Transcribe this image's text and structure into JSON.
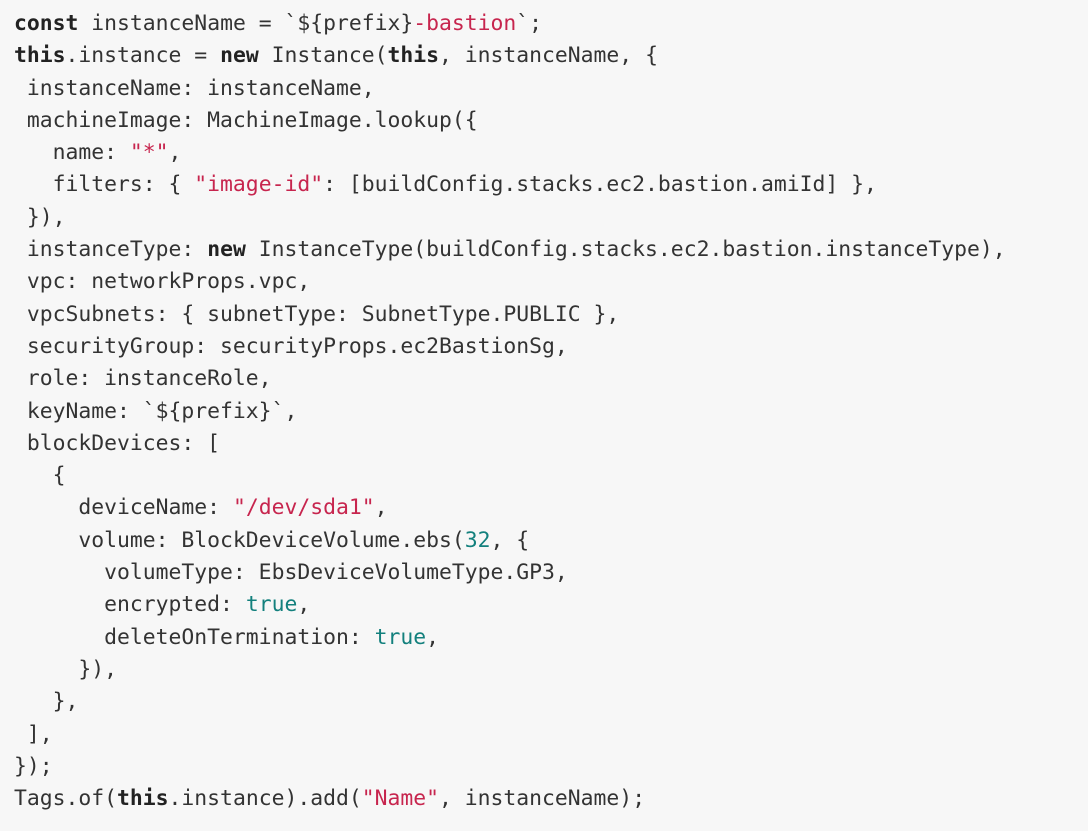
{
  "colors": {
    "background": "#f7f7f7",
    "text": "#333333",
    "string": "#c7254e",
    "literal": "#13807d"
  },
  "code_lines": [
    [
      [
        "const",
        "k"
      ],
      [
        " instanceName = `${prefix}",
        "p"
      ],
      [
        "-bastion",
        "s"
      ],
      [
        "`;",
        "p"
      ]
    ],
    [
      [
        "this",
        "k"
      ],
      [
        ".instance = ",
        "p"
      ],
      [
        "new",
        "k"
      ],
      [
        " Instance(",
        "p"
      ],
      [
        "this",
        "k"
      ],
      [
        ", instanceName, {",
        "p"
      ]
    ],
    [
      [
        " instanceName: instanceName,",
        "p"
      ]
    ],
    [
      [
        " machineImage: MachineImage.lookup({",
        "p"
      ]
    ],
    [
      [
        "   name: ",
        "p"
      ],
      [
        "\"*\"",
        "s"
      ],
      [
        ",",
        "p"
      ]
    ],
    [
      [
        "   filters: { ",
        "p"
      ],
      [
        "\"image-id\"",
        "s"
      ],
      [
        ": [buildConfig.stacks.ec2.bastion.amiId] },",
        "p"
      ]
    ],
    [
      [
        " }),",
        "p"
      ]
    ],
    [
      [
        " instanceType: ",
        "p"
      ],
      [
        "new",
        "k"
      ],
      [
        " InstanceType(buildConfig.stacks.ec2.bastion.instanceType),",
        "p"
      ]
    ],
    [
      [
        " vpc: networkProps.vpc,",
        "p"
      ]
    ],
    [
      [
        " vpcSubnets: { subnetType: SubnetType.PUBLIC },",
        "p"
      ]
    ],
    [
      [
        " securityGroup: securityProps.ec2BastionSg,",
        "p"
      ]
    ],
    [
      [
        " role: instanceRole,",
        "p"
      ]
    ],
    [
      [
        " keyName: `${prefix}`,",
        "p"
      ]
    ],
    [
      [
        " blockDevices: [",
        "p"
      ]
    ],
    [
      [
        "   {",
        "p"
      ]
    ],
    [
      [
        "     deviceName: ",
        "p"
      ],
      [
        "\"/dev/sda1\"",
        "s"
      ],
      [
        ",",
        "p"
      ]
    ],
    [
      [
        "     volume: BlockDeviceVolume.ebs(",
        "p"
      ],
      [
        "32",
        "n"
      ],
      [
        ", {",
        "p"
      ]
    ],
    [
      [
        "       volumeType: EbsDeviceVolumeType.GP3,",
        "p"
      ]
    ],
    [
      [
        "       encrypted: ",
        "p"
      ],
      [
        "true",
        "n"
      ],
      [
        ",",
        "p"
      ]
    ],
    [
      [
        "       deleteOnTermination: ",
        "p"
      ],
      [
        "true",
        "n"
      ],
      [
        ",",
        "p"
      ]
    ],
    [
      [
        "     }),",
        "p"
      ]
    ],
    [
      [
        "   },",
        "p"
      ]
    ],
    [
      [
        " ],",
        "p"
      ]
    ],
    [
      [
        "});",
        "p"
      ]
    ],
    [
      [
        "Tags.of(",
        "p"
      ],
      [
        "this",
        "k"
      ],
      [
        ".instance).add(",
        "p"
      ],
      [
        "\"Name\"",
        "s"
      ],
      [
        ", instanceName);",
        "p"
      ]
    ]
  ]
}
